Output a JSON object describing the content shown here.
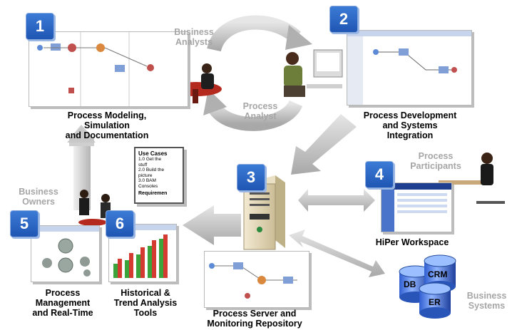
{
  "badges": [
    "1",
    "2",
    "3",
    "4",
    "5",
    "6"
  ],
  "captions": {
    "c1": [
      "Process Modeling,",
      "Simulation",
      "and Documentation"
    ],
    "c2": [
      "Process Development",
      "and Systems",
      "Integration"
    ],
    "c4": "HiPer Workspace",
    "c5": [
      "Process",
      "Management",
      "and Real-Time"
    ],
    "c6": [
      "Historical &",
      "Trend Analysis",
      "Tools"
    ],
    "c3": [
      "Process Server and",
      "Monitoring Repository"
    ]
  },
  "grey_labels": {
    "business_analysts": [
      "Business",
      "Analysts"
    ],
    "process_analyst": [
      "Process",
      "Analyst"
    ],
    "process_participants": [
      "Process",
      "Participants"
    ],
    "business_owners": [
      "Business",
      "Owners"
    ],
    "business_systems": [
      "Business",
      "Systems"
    ]
  },
  "use_cases": {
    "title": "Use Cases",
    "items": [
      "1.0 Get the",
      "stuff",
      "2.0 Build the",
      "picture",
      "3.0 BAM",
      "Consoles"
    ],
    "footer": "Requiremen"
  },
  "databases": [
    "DB",
    "CRM",
    "ER"
  ]
}
